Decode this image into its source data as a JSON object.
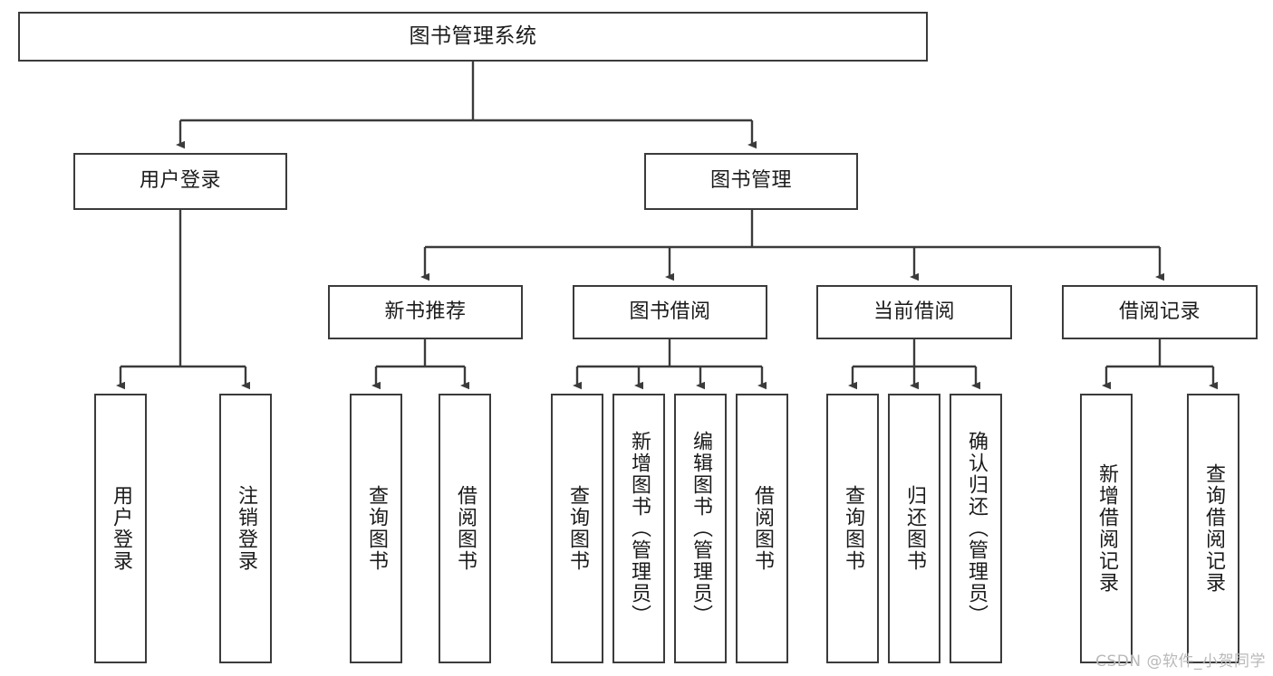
{
  "diagram": {
    "type": "tree",
    "title": "图书管理系统",
    "orientation": "top-down",
    "colors": {
      "box_border": "#3b3b3b",
      "box_fill": "#ffffff",
      "edge": "#3b3b3b",
      "text": "#1b1b1b",
      "watermark": "#b9b9b9"
    }
  },
  "nodes": {
    "root": {
      "label": "图书管理系统",
      "level": 0
    },
    "level1": [
      {
        "id": "user-login",
        "label": "用户登录"
      },
      {
        "id": "book-manage",
        "label": "图书管理"
      }
    ],
    "level2": [
      {
        "id": "new-book-rec",
        "label": "新书推荐",
        "parent": "book-manage"
      },
      {
        "id": "book-borrow",
        "label": "图书借阅",
        "parent": "book-manage"
      },
      {
        "id": "current-borrow",
        "label": "当前借阅",
        "parent": "book-manage"
      },
      {
        "id": "borrow-record",
        "label": "借阅记录",
        "parent": "book-manage"
      }
    ],
    "leaves": {
      "user-login": [
        {
          "id": "leaf-user-login",
          "label": "用户登录"
        },
        {
          "id": "leaf-logout",
          "label": "注销登录"
        }
      ],
      "new-book-rec": [
        {
          "id": "leaf-query-book-1",
          "label": "查询图书"
        },
        {
          "id": "leaf-borrow-book-1",
          "label": "借阅图书"
        }
      ],
      "book-borrow": [
        {
          "id": "leaf-query-book-2",
          "label": "查询图书"
        },
        {
          "id": "leaf-add-book",
          "label": "新增图书（管理员）"
        },
        {
          "id": "leaf-edit-book",
          "label": "编辑图书（管理员）"
        },
        {
          "id": "leaf-borrow-book-2",
          "label": "借阅图书"
        }
      ],
      "current-borrow": [
        {
          "id": "leaf-query-book-3",
          "label": "查询图书"
        },
        {
          "id": "leaf-return-book",
          "label": "归还图书"
        },
        {
          "id": "leaf-confirm-return",
          "label": "确认归还（管理员）"
        }
      ],
      "borrow-record": [
        {
          "id": "leaf-add-record",
          "label": "新增借阅记录"
        },
        {
          "id": "leaf-query-record",
          "label": "查询借阅记录"
        }
      ]
    }
  },
  "watermark": {
    "text": "CSDN @软件_小贺同学"
  }
}
